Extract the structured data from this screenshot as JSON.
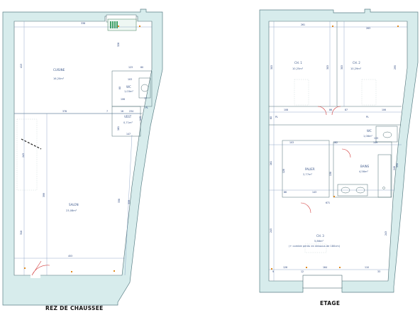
{
  "ground_floor": {
    "label": "REZ DE CHAUSSEE",
    "rooms": {
      "cuisine": {
        "name": "CUISINE",
        "area": "16,20m²"
      },
      "wc": {
        "name": "WC",
        "area": "1,03m²"
      },
      "vest": {
        "name": "VEST",
        "area": "0,71m²"
      },
      "salon": {
        "name": "SALON",
        "area": "23,08m²"
      }
    },
    "dims": {
      "top": "338",
      "top_right": "326",
      "left_upper": "413",
      "left_lower": "318",
      "middle_width": "378",
      "stair_height": "243",
      "salon_height": "399",
      "bottom": "453",
      "right_lower": "359",
      "right_mid": "338",
      "wc_top": "123",
      "wc_w": "103",
      "wc_h": "80",
      "vest_w": "106",
      "vest_h": "161",
      "d_234": "234",
      "d_147": "147",
      "d_149": "149",
      "d_16": "16",
      "d_7": "7",
      "d_77": "77",
      "d_60": "60"
    },
    "labels": {
      "pl": "PL"
    }
  },
  "upper_floor": {
    "label": "ETAGE",
    "rooms": {
      "ch1": {
        "name": "CH. 1",
        "area": "10,25m²"
      },
      "ch2": {
        "name": "CH. 2",
        "area": "10,29m²"
      },
      "wc": {
        "name": "WC",
        "area": "1,08m²"
      },
      "palier": {
        "name": "PALIER",
        "area": "2,77m²"
      },
      "bains": {
        "name": "BAINS",
        "area": "4,56m²"
      },
      "ch3": {
        "name": "CH. 3",
        "area": "5,86m²",
        "note": "(+ comble perdu en dessous de 180cm)"
      }
    },
    "dims": {
      "top_left": "261",
      "top_right": "263",
      "ch1_left": "303",
      "ch1_mid": "303",
      "ch2_mid": "303",
      "ch2_right": "295",
      "d_108": "108",
      "d_86": "86",
      "d_87": "87",
      "d_106": "106",
      "d_60": "60",
      "d_133": "133",
      "d_103": "103",
      "d_182": "182",
      "d_149": "149",
      "d_161": "161",
      "d_128": "128",
      "d_143": "143",
      "d_138": "138",
      "d_86b": "86",
      "d_671": "671",
      "d_245": "245",
      "d_243": "243",
      "d_248": "248",
      "d_150": "150",
      "d_126": "126",
      "d_164": "164",
      "d_110": "110",
      "d_9": "9",
      "d_12": "12",
      "d_33": "33"
    },
    "labels": {
      "pl": "PL"
    }
  },
  "colors": {
    "wall_fill": "#d7ecec",
    "wall_stroke": "#5a7f86",
    "dimension": "#1f3b78",
    "door": "#d33b3b",
    "marker": "#e08a1e"
  }
}
